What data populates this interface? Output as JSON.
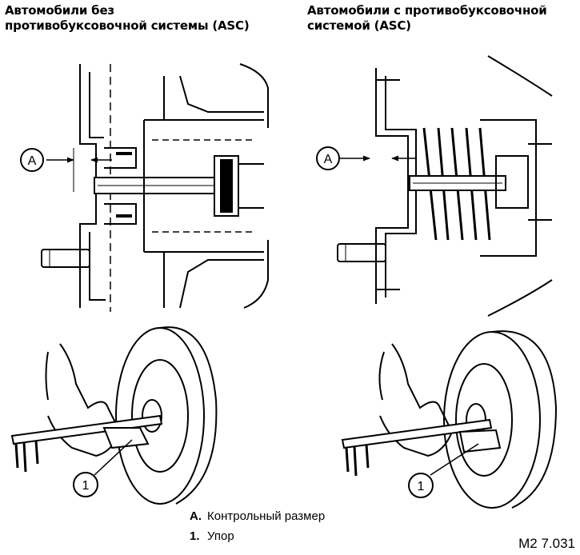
{
  "titles": {
    "left": "Автомобили без\nпротивобуксовочной системы (ASC)",
    "right": "Автомобили с противобуксовочной\nсистемой (ASC)"
  },
  "callouts": {
    "dimension": "A",
    "stop": "1"
  },
  "legend": [
    {
      "key": "A.",
      "text": "Контрольный размер"
    },
    {
      "key": "1.",
      "text": "Упор"
    }
  ],
  "figure_code": "M2 7.031"
}
